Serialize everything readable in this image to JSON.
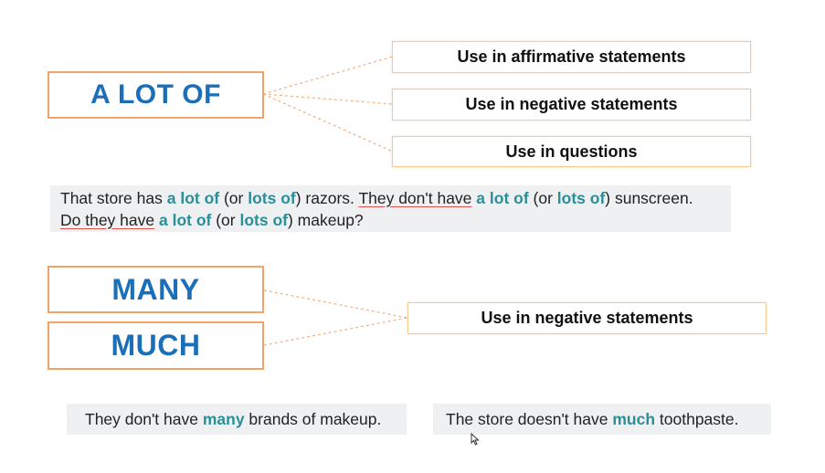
{
  "section1": {
    "term": "A LOT OF",
    "rules": [
      "Use in affirmative statements",
      "Use in negative statements",
      "Use in questions"
    ],
    "example": {
      "line1": [
        {
          "text": "That store has ",
          "style": "plain"
        },
        {
          "text": "a lot of",
          "style": "highlight"
        },
        {
          "text": " (or ",
          "style": "plain"
        },
        {
          "text": "lots of",
          "style": "highlight"
        },
        {
          "text": ") razors. ",
          "style": "plain"
        },
        {
          "text": "They don't have",
          "style": "underline"
        },
        {
          "text": " ",
          "style": "plain"
        },
        {
          "text": "a lot of",
          "style": "highlight"
        },
        {
          "text": " (or ",
          "style": "plain"
        },
        {
          "text": "lots of",
          "style": "highlight"
        },
        {
          "text": ") sunscreen.",
          "style": "plain"
        }
      ],
      "line2": [
        {
          "text": "Do they have",
          "style": "underline"
        },
        {
          "text": " ",
          "style": "plain"
        },
        {
          "text": "a lot of",
          "style": "highlight"
        },
        {
          "text": " (or ",
          "style": "plain"
        },
        {
          "text": "lots of",
          "style": "highlight"
        },
        {
          "text": ") makeup?",
          "style": "plain"
        }
      ]
    }
  },
  "section2": {
    "terms": [
      "MANY",
      "MUCH"
    ],
    "rule": "Use in negative statements",
    "examples": [
      {
        "parts": [
          {
            "text": "They don't have ",
            "style": "plain"
          },
          {
            "text": "many",
            "style": "highlight"
          },
          {
            "text": " brands of makeup.",
            "style": "plain"
          }
        ]
      },
      {
        "parts": [
          {
            "text": "The store doesn't have ",
            "style": "plain"
          },
          {
            "text": "much",
            "style": "highlight"
          },
          {
            "text": " toothpaste.",
            "style": "plain"
          }
        ]
      }
    ]
  },
  "colors": {
    "term_blue": "#1b6fb8",
    "highlight_teal": "#2a8f98",
    "box_border_orange": "#f0a46a",
    "underline_red": "#d9534f",
    "example_bg": "#eef0f1"
  },
  "icons": {
    "cursor": "mouse-pointer-icon"
  }
}
